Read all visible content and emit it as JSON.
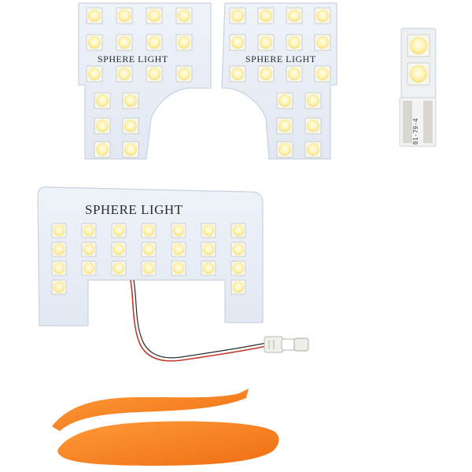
{
  "product": {
    "brand_label_left": "SPHERE LIGHT",
    "brand_label_right": "SPHERE LIGHT",
    "brand_label_main": "SPHERE LIGHT",
    "small_board_code": "01-79-4"
  },
  "colors": {
    "board": "#e9eef6",
    "board_edge": "#c9d1de",
    "led_housing": "#f4f4f0",
    "led_glow": "#fff0a6",
    "led_core": "#fffbe6",
    "tool_orange": "#f07a1c",
    "wire_red": "#c0392b",
    "connector": "#f0f0ea"
  }
}
